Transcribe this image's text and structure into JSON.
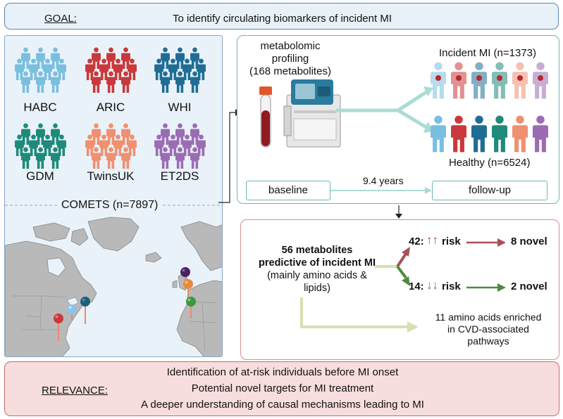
{
  "goal": {
    "label": "GOAL:",
    "text": "To identify circulating biomarkers of incident MI"
  },
  "cohorts": {
    "items": [
      {
        "name": "HABC",
        "color": "#79bfe0"
      },
      {
        "name": "ARIC",
        "color": "#c9393b"
      },
      {
        "name": "WHI",
        "color": "#1f6d95"
      },
      {
        "name": "GDM",
        "color": "#1f8a79"
      },
      {
        "name": "TwinsUK",
        "color": "#ef9070"
      },
      {
        "name": "ET2DS",
        "color": "#9b6cb3"
      }
    ],
    "comets_label": "COMETS (n=7897)"
  },
  "map": {
    "pins": [
      {
        "color": "#c9393b"
      },
      {
        "color": "#79bfe0"
      },
      {
        "color": "#1f6d95"
      },
      {
        "color": "#5a2a7a"
      },
      {
        "color": "#e8893b"
      },
      {
        "color": "#3a9a3a"
      }
    ]
  },
  "metabolomics": {
    "profiling_line1": "metabolomic",
    "profiling_line2": "profiling",
    "profiling_line3": "(168 metabolites)",
    "incident_label": "Incident MI (n=1373)",
    "healthy_label": "Healthy (n=6524)",
    "baseline_label": "baseline",
    "followup_label": "follow-up",
    "duration_label": "9.4 years"
  },
  "results": {
    "main_line1": "56 metabolites",
    "main_line2": "predictive of incident MI",
    "main_line3": "(mainly amino acids &",
    "main_line4": "lipids)",
    "up_count": "42:",
    "up_arrows": "↑↑",
    "up_risk": "risk",
    "up_novel": "8 novel",
    "down_count": "14:",
    "down_arrows": "↓↓",
    "down_risk": "risk",
    "down_novel": "2 novel",
    "enriched_line1": "11 amino acids enriched",
    "enriched_line2": "in CVD-associated",
    "enriched_line3": "pathways"
  },
  "relevance": {
    "label": "RELEVANCE:",
    "line1": "Identification of at-risk individuals before MI onset",
    "line2": "Potential novel targets for MI treatment",
    "line3": "A deeper understanding of causal mechanisms leading to MI"
  },
  "colors": {
    "goal_border": "#5b86b2",
    "cohort_panel_bg": "#eaf2f9",
    "teal_border": "#6fb7b2",
    "red_border": "#d98b8b",
    "relevance_bg": "#f7dddd",
    "up_arrow": "#a8505a",
    "down_arrow": "#4f8a3c",
    "pale_arrow": "#d7e0b1"
  }
}
